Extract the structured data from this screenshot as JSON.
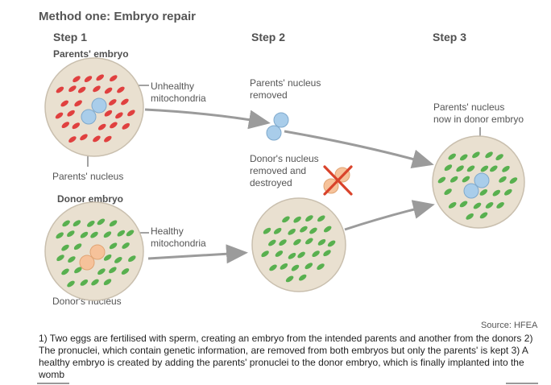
{
  "title": "Method one: Embryo repair",
  "steps": [
    "Step 1",
    "Step 2",
    "Step 3"
  ],
  "step1": {
    "parents_embryo_label": "Parents' embryo",
    "unhealthy_label": "Unhealthy\nmitochondria",
    "parents_nucleus_label": "Parents' nucleus",
    "donor_embryo_label": "Donor embryo",
    "healthy_label": "Healthy\nmitochondria",
    "donors_nucleus_label": "Donor's nucleus"
  },
  "step2": {
    "parents_nucleus_removed": "Parents' nucleus\nremoved",
    "donors_nucleus_destroyed": "Donor's nucleus\nremoved and\ndestroyed"
  },
  "step3": {
    "nucleus_in_donor": "Parents' nucleus\nnow in donor embryo"
  },
  "source": "Source: HFEA",
  "caption": "1) Two eggs are fertilised with sperm, creating an embryo from the intended parents and another from the donors 2) The pronuclei, which contain genetic information, are removed from both embryos but only the parents' is kept 3) A healthy embryo is created by adding the parents' pronuclei to the donor embryo, which is finally implanted into the womb",
  "colors": {
    "embryo_fill": "#e9e0d0",
    "embryo_stroke": "#c9bfae",
    "unhealthy": "#e0403f",
    "healthy": "#58b04f",
    "parent_nucleus": "#a9cdea",
    "donor_nucleus": "#f6c29a",
    "cross": "#d9432b",
    "arrow": "#9b9b9b"
  }
}
